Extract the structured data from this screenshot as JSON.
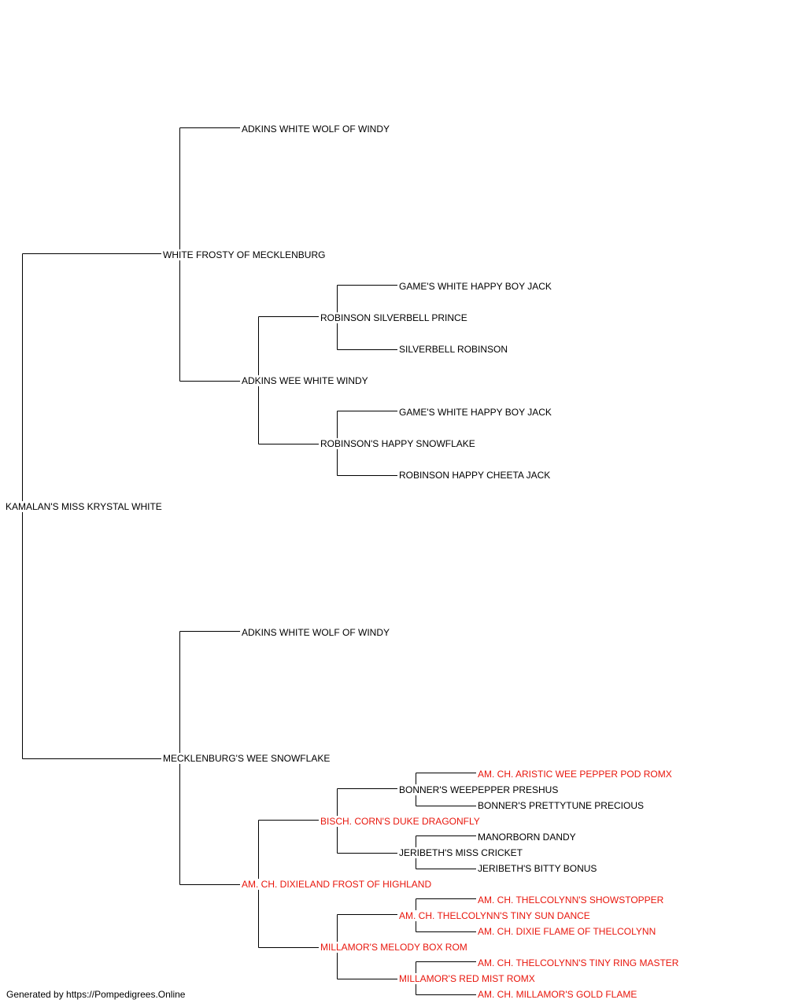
{
  "colors": {
    "champion": "#e8160c",
    "normal": "#000000",
    "lines": "#000000",
    "background": "#ffffff"
  },
  "footer": "Generated by https://Pompedigrees.Online",
  "pedigree": {
    "subject": {
      "name": "KAMALAN'S MISS KRYSTAL WHITE",
      "champion": false
    },
    "sire": {
      "name": "WHITE FROSTY OF MECKLENBURG",
      "champion": false
    },
    "dam": {
      "name": "MECKLENBURG'S WEE SNOWFLAKE",
      "champion": false
    },
    "sire_sire": {
      "name": "ADKINS WHITE WOLF OF WINDY",
      "champion": false
    },
    "sire_dam": {
      "name": "ADKINS WEE WHITE WINDY",
      "champion": false
    },
    "sire_dam_sire": {
      "name": "ROBINSON SILVERBELL PRINCE",
      "champion": false
    },
    "sire_dam_sire_sire": {
      "name": "GAME'S WHITE HAPPY BOY JACK",
      "champion": false
    },
    "sire_dam_sire_dam": {
      "name": "SILVERBELL ROBINSON",
      "champion": false
    },
    "sire_dam_dam": {
      "name": "ROBINSON'S HAPPY SNOWFLAKE",
      "champion": false
    },
    "sire_dam_dam_sire": {
      "name": "GAME'S WHITE HAPPY BOY JACK",
      "champion": false
    },
    "sire_dam_dam_dam": {
      "name": "ROBINSON HAPPY CHEETA JACK",
      "champion": false
    },
    "dam_sire": {
      "name": "ADKINS WHITE WOLF OF WINDY",
      "champion": false
    },
    "dam_dam": {
      "name": "AM. CH. DIXIELAND FROST OF HIGHLAND",
      "champion": true
    },
    "dam_dam_sire": {
      "name": "BISCH. CORN'S DUKE DRAGONFLY",
      "champion": true
    },
    "dam_dam_sire_sire": {
      "name": "BONNER'S WEEPEPPER PRESHUS",
      "champion": false
    },
    "dam_dam_sire_sire_sire": {
      "name": "AM. CH. ARISTIC WEE PEPPER POD ROMX",
      "champion": true
    },
    "dam_dam_sire_sire_dam": {
      "name": "BONNER'S PRETTYTUNE PRECIOUS",
      "champion": false
    },
    "dam_dam_sire_dam": {
      "name": "JERIBETH'S MISS CRICKET",
      "champion": false
    },
    "dam_dam_sire_dam_sire": {
      "name": "MANORBORN DANDY",
      "champion": false
    },
    "dam_dam_sire_dam_dam": {
      "name": "JERIBETH'S BITTY BONUS",
      "champion": false
    },
    "dam_dam_dam": {
      "name": "MILLAMOR'S MELODY BOX ROM",
      "champion": true
    },
    "dam_dam_dam_sire": {
      "name": "AM. CH. THELCOLYNN'S TINY SUN DANCE",
      "champion": true
    },
    "dam_dam_dam_sire_sire": {
      "name": "AM. CH. THELCOLYNN'S SHOWSTOPPER",
      "champion": true
    },
    "dam_dam_dam_sire_dam": {
      "name": "AM. CH. DIXIE FLAME OF THELCOLYNN",
      "champion": true
    },
    "dam_dam_dam_dam": {
      "name": "MILLAMOR'S RED MIST ROMX",
      "champion": true
    },
    "dam_dam_dam_dam_sire": {
      "name": "AM. CH. THELCOLYNN'S TINY RING MASTER",
      "champion": true
    },
    "dam_dam_dam_dam_dam": {
      "name": "AM. CH. MILLAMOR'S GOLD FLAME",
      "champion": true
    }
  }
}
